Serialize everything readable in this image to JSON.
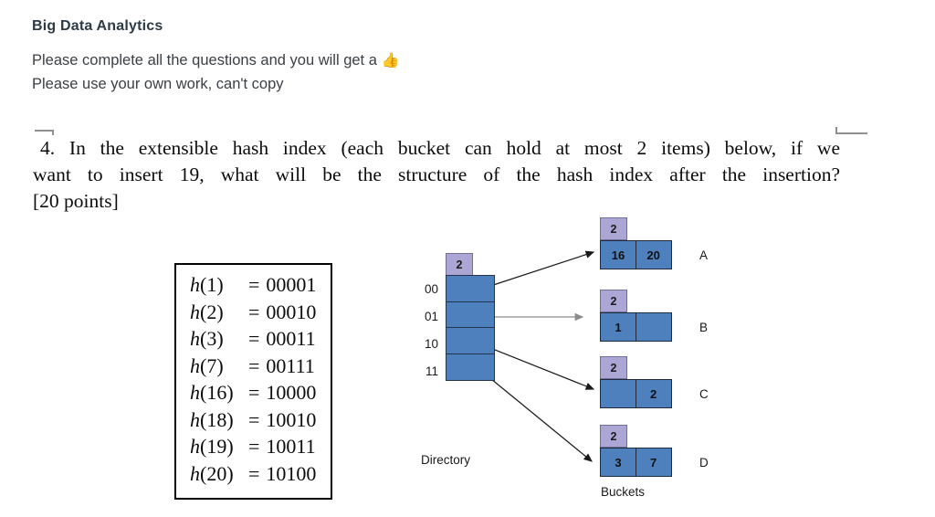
{
  "header": {
    "title": "Big Data Analytics",
    "line1": "Please complete all the questions and you will get a ",
    "emoji": "👍",
    "line2": "Please use your own work, can't copy"
  },
  "question": {
    "line1": "4. In the extensible hash index (each bucket can hold at most 2 items) below, if we",
    "line2": "want to insert 19, what will be the structure of the hash index after the insertion?",
    "line3": "[20 points]"
  },
  "hash_table": {
    "h": "h",
    "eq": "=",
    "rows": [
      {
        "arg": "(1)",
        "value": "00001"
      },
      {
        "arg": "(2)",
        "value": "00010"
      },
      {
        "arg": "(3)",
        "value": "00011"
      },
      {
        "arg": "(7)",
        "value": "00111"
      },
      {
        "arg": "(16)",
        "value": "10000"
      },
      {
        "arg": "(18)",
        "value": "10010"
      },
      {
        "arg": "(19)",
        "value": "10011"
      },
      {
        "arg": "(20)",
        "value": "10100"
      }
    ]
  },
  "diagram": {
    "directory": {
      "global_depth": "2",
      "entries": [
        "00",
        "01",
        "10",
        "11"
      ],
      "label": "Directory"
    },
    "buckets_label": "Buckets",
    "buckets": [
      {
        "name": "A",
        "local_depth": "2",
        "slots": [
          "16",
          "20"
        ]
      },
      {
        "name": "B",
        "local_depth": "2",
        "slots": [
          "1",
          ""
        ]
      },
      {
        "name": "C",
        "local_depth": "2",
        "slots": [
          "",
          "2"
        ]
      },
      {
        "name": "D",
        "local_depth": "2",
        "slots": [
          "3",
          "7"
        ]
      }
    ]
  },
  "colors": {
    "bucket_blue": "#4e80bd",
    "depth_purple": "#aca6d5"
  }
}
